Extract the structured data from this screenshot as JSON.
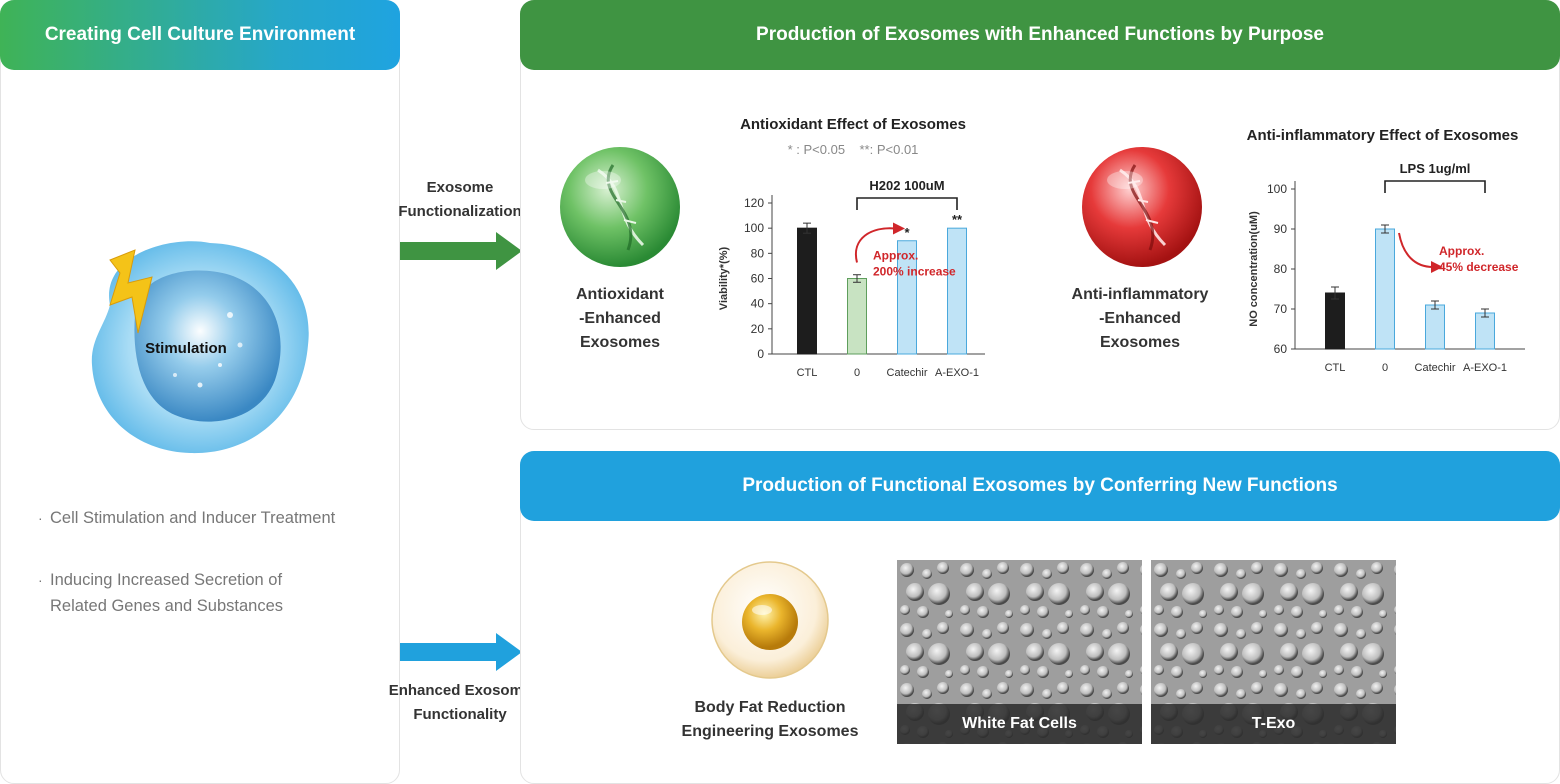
{
  "left_panel": {
    "title": "Creating Cell Culture Environment",
    "stimulation_label": "Stimulation",
    "bullets": [
      {
        "marker": "·",
        "text": "Cell Stimulation and Inducer Treatment"
      },
      {
        "marker": "·",
        "text": "Inducing Increased Secretion of Related Genes and Substances"
      }
    ]
  },
  "arrows": {
    "top": {
      "line1": "Exosome",
      "line2": "Functionalization",
      "color": "#3f9442"
    },
    "bottom": {
      "line1": "Enhanced Exosome",
      "line2": "Functionality",
      "color": "#20a1dd"
    }
  },
  "top_panel": {
    "title": "Production of Exosomes with Enhanced Functions by Purpose",
    "antioxidant_orb": {
      "line1": "Antioxidant",
      "line2": "-Enhanced",
      "line3": "Exosomes"
    },
    "antiinflammatory_orb": {
      "line1": "Anti-inflammatory",
      "line2": "-Enhanced",
      "line3": "Exosomes"
    }
  },
  "bottom_panel": {
    "title": "Production of Functional Exosomes by Conferring New Functions",
    "fat_orb": {
      "line1": "Body Fat Reduction",
      "line2": "Engineering Exosomes"
    },
    "photos": [
      {
        "caption": "White Fat Cells"
      },
      {
        "caption": "T-Exo"
      }
    ]
  },
  "chart_data": [
    {
      "type": "bar",
      "title": "Antioxidant Effect of Exosomes",
      "significance_note": "* : P<0.05    **: P<0.01",
      "bracket_label": "H202 100uM",
      "ylabel": "Viability*(%)",
      "ylim": [
        0,
        120
      ],
      "yticks": [
        0,
        20,
        40,
        60,
        80,
        100,
        120
      ],
      "categories": [
        "CTL",
        "0",
        "Catechir",
        "A-EXO-1"
      ],
      "values": [
        100,
        60,
        90,
        100
      ],
      "errors": [
        4,
        3,
        0,
        0
      ],
      "significance": [
        "",
        "",
        "*",
        "**"
      ],
      "bar_colors": [
        "#1d1d1d",
        "#c8e3c2",
        "#bfe3f6",
        "#bfe3f6"
      ],
      "bar_borders": [
        "#1d1d1d",
        "#5e9e5c",
        "#4aa8dc",
        "#4aa8dc"
      ],
      "annotation": {
        "line1": "Approx.",
        "line2": "200% increase",
        "color": "#d0262a"
      }
    },
    {
      "type": "bar",
      "title": "Anti-inflammatory Effect of Exosomes",
      "bracket_label": "LPS 1ug/ml",
      "ylabel": "NO concentration(uM)",
      "ylim": [
        60,
        100
      ],
      "yticks": [
        60,
        70,
        80,
        90,
        100
      ],
      "categories": [
        "CTL",
        "0",
        "Catechir",
        "A-EXO-1"
      ],
      "values": [
        74,
        90,
        71,
        69
      ],
      "errors": [
        1.5,
        1,
        1,
        1
      ],
      "bar_colors": [
        "#1d1d1d",
        "#bfe3f6",
        "#bfe3f6",
        "#bfe3f6"
      ],
      "bar_borders": [
        "#1d1d1d",
        "#4aa8dc",
        "#4aa8dc",
        "#4aa8dc"
      ],
      "annotation": {
        "line1": "Approx.",
        "line2": "45% decrease",
        "color": "#d0262a"
      }
    }
  ]
}
